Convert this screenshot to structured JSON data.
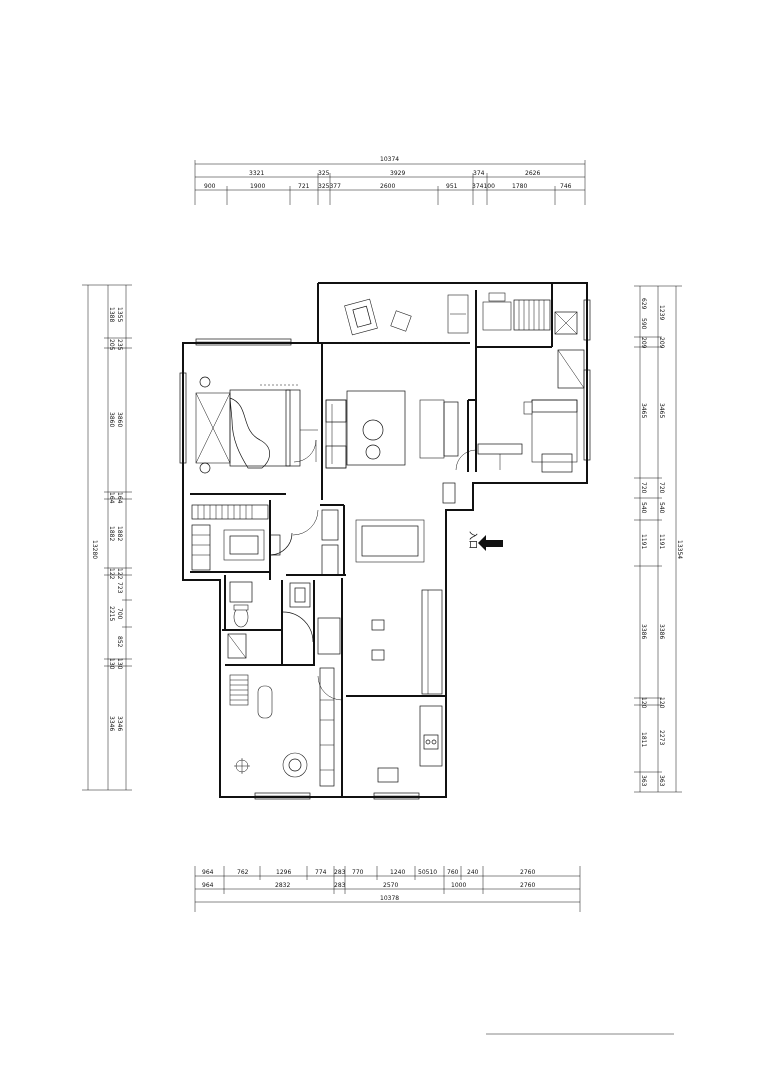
{
  "dimensions": {
    "top_total": "10374",
    "top_row1": [
      "3321",
      "325",
      "3929",
      "374",
      "2626"
    ],
    "top_row2": [
      "900",
      "1900",
      "721",
      "325377",
      "2600",
      "951",
      "374100",
      "1780",
      "746"
    ],
    "bottom_row1": [
      "964",
      "762",
      "1296",
      "774",
      "283",
      "770",
      "1240",
      "50510",
      "760",
      "240",
      "2760"
    ],
    "bottom_row2": [
      "964",
      "2832",
      "283",
      "2570",
      "1000",
      "2760"
    ],
    "bottom_total": "10378",
    "left_total": "13280",
    "left_outer": [
      "1388",
      "205",
      "3860",
      "164",
      "1882",
      "122",
      "2215",
      "130",
      "3346"
    ],
    "left_inner": [
      "1355",
      "235",
      "3860",
      "164",
      "1882",
      "122",
      "723",
      "700",
      "852",
      "130",
      "3346"
    ],
    "right_inner_left": [
      "629",
      "590",
      "209",
      "3465",
      "720",
      "540",
      "1191",
      "3386",
      "120",
      "1811",
      "363"
    ],
    "right_inner_right": [
      "1239",
      "209",
      "3465",
      "720",
      "540",
      "1191",
      "3386",
      "120",
      "2273",
      "363"
    ],
    "right_total": "13354"
  },
  "labels": {
    "entry": "入口"
  },
  "colors": {
    "line": "#111111",
    "background": "#ffffff"
  }
}
